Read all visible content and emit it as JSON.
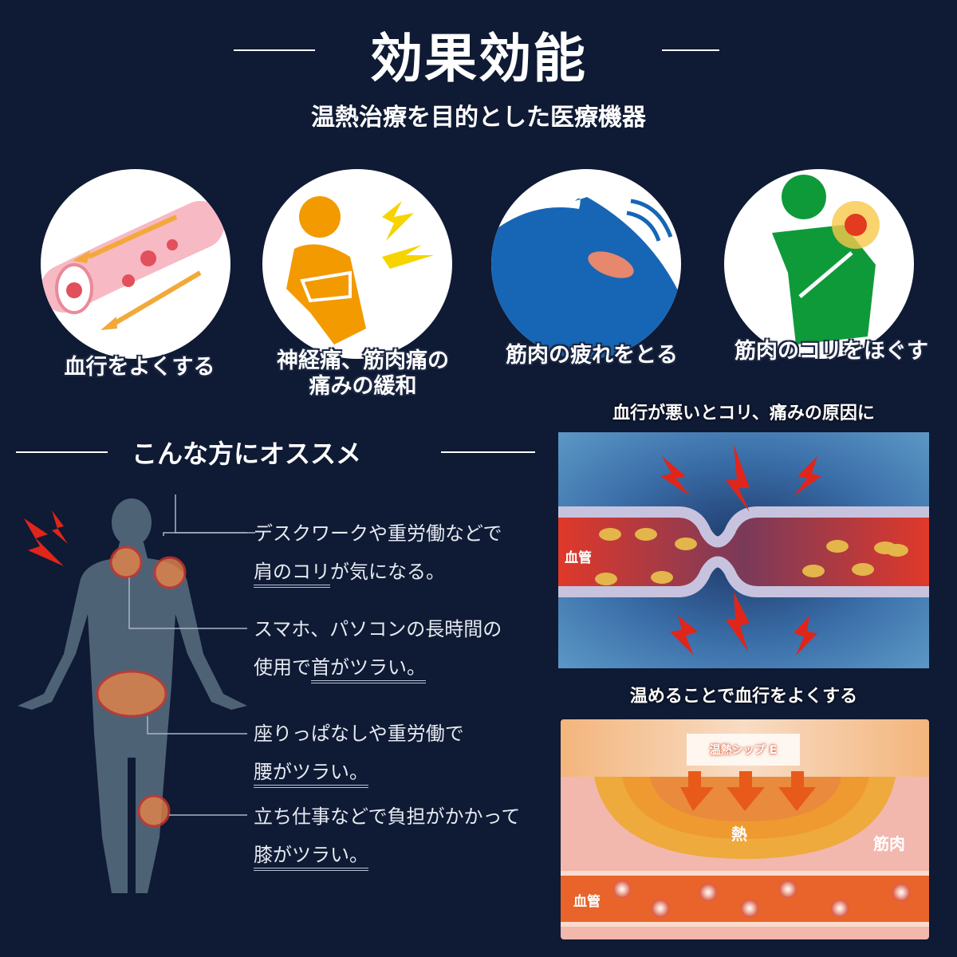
{
  "header": {
    "title": "効果効能",
    "subtitle": "温熱治療を目的とした医療機器"
  },
  "benefits": [
    {
      "label": "血行をよくする",
      "icon": "blood-vessel-icon"
    },
    {
      "label_line1": "神経痛、筋肉痛の",
      "label_line2": "痛みの緩和",
      "icon": "pain-person-icon"
    },
    {
      "label": "筋肉の疲れをとる",
      "icon": "shoulder-muscle-icon"
    },
    {
      "label": "筋肉のコリをほぐす",
      "icon": "sore-shoulder-person-icon"
    }
  ],
  "recommend": {
    "heading": "こんな方にオススメ",
    "items": [
      {
        "line1": "デスクワークや重労働などで",
        "line2_ul": "肩のコリ",
        "line2_rest": "が気になる。"
      },
      {
        "line1": "スマホ、パソコンの長時間の",
        "line2_pre": "使用で",
        "line2_ul": "首がツラい。"
      },
      {
        "line1": "座りっぱなしや重労働で",
        "line2_ul": "腰がツラい。"
      },
      {
        "line1": "立ち仕事などで負担がかかって",
        "line2_ul": "膝がツラい。"
      }
    ]
  },
  "diagram1": {
    "title": "血行が悪いとコリ、痛みの原因に",
    "vessel_label": "血管"
  },
  "diagram2": {
    "title": "温めることで血行をよくする",
    "patch_label": "温熱シップ E",
    "heat_label": "熱",
    "muscle_label": "筋肉",
    "vessel_label": "血管"
  },
  "colors": {
    "background": "#0f1a34",
    "accent_orange": "#f29a00",
    "accent_green": "#0f9a3a",
    "accent_blue": "#1766b5"
  }
}
